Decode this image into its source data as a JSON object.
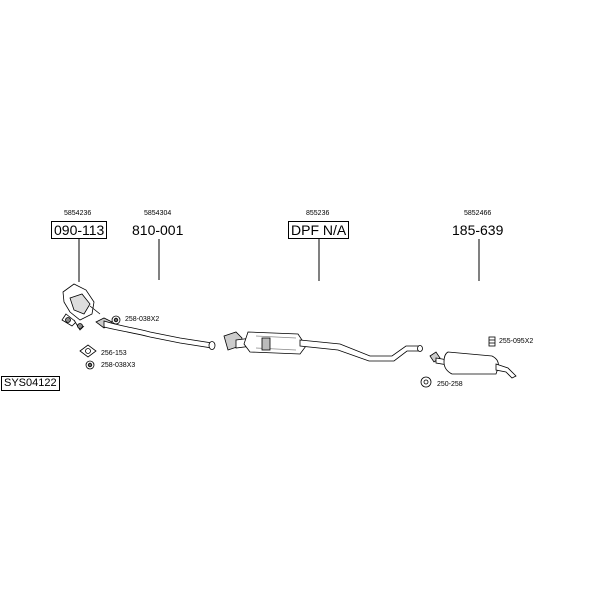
{
  "parts": [
    {
      "ref": "5854236",
      "label": "090-113",
      "boxed": true
    },
    {
      "ref": "5854304",
      "label": "810-001",
      "boxed": false
    },
    {
      "ref": "855236",
      "label": "DPF N/A",
      "boxed": true
    },
    {
      "ref": "5852466",
      "label": "185-639",
      "boxed": false
    }
  ],
  "accessories": {
    "a1": "258-038X2",
    "a2": "256-153",
    "a3": "258-038X3",
    "a4": "255-095X2",
    "a5": "250-258"
  },
  "system_code": "SYS04122"
}
